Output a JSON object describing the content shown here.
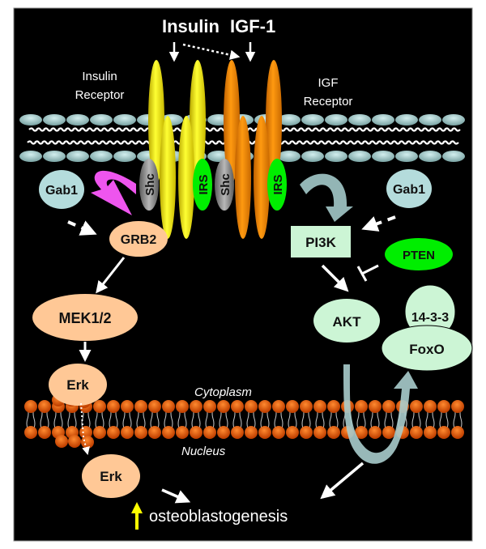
{
  "diagram": {
    "ligands": {
      "insulin": "Insulin",
      "igf1": "IGF-1"
    },
    "receptor_labels": {
      "insulin_receptor": [
        "Insulin",
        "Receptor"
      ],
      "igf_receptor": [
        "IGF",
        "Receptor"
      ]
    },
    "adaptors": {
      "shc": "Shc",
      "irs": "IRS"
    },
    "nodes": {
      "gab1_left": "Gab1",
      "gab1_right": "Gab1",
      "grb2": "GRB2",
      "mek": "MEK1/2",
      "erk_cyto": "Erk",
      "erk_nuc": "Erk",
      "pi3k": "PI3K",
      "pten": "PTEN",
      "akt": "AKT",
      "p1433": "14-3-3",
      "foxo": "FoxO"
    },
    "compartments": {
      "cytoplasm": "Cytoplasm",
      "nucleus": "Nucleus"
    },
    "outcome": "osteoblastogenesis",
    "colors": {
      "background": "#000000",
      "insulin_receptor": "#ffff00",
      "igf_receptor": "#ff8c00",
      "irs": "#00ee00",
      "shc": "#9a9a9a",
      "membrane_head": "#a8d0d0",
      "nuclear_head": "#ff6600",
      "mapk_node": "#ffc896",
      "pi3k_node": "#ccf5d5",
      "gab1": "#b4dcdc",
      "pten": "#00ee00",
      "magenta_arrow": "#ee55ee",
      "curved_arrow": "#88aaaa",
      "up_arrow": "#ffff00"
    }
  }
}
